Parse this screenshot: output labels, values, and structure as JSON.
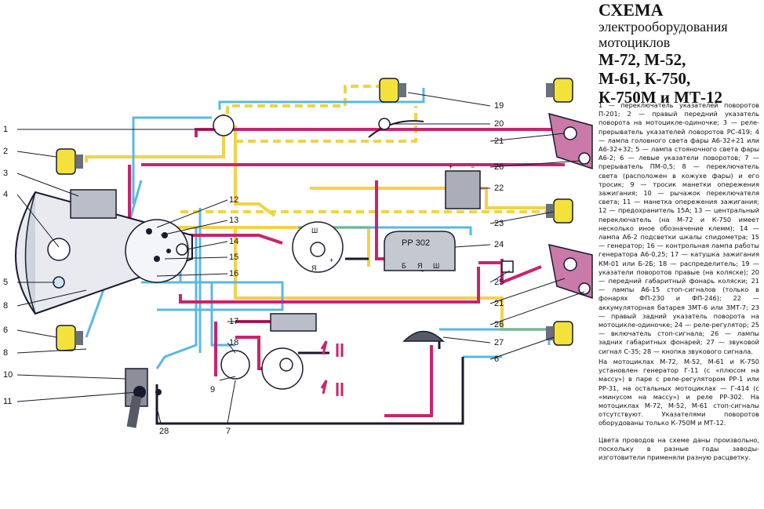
{
  "title": {
    "line1": "СХЕМА",
    "line2": "электрооборудования",
    "line3": "мотоциклов",
    "line4": "М-72, М-52,",
    "line5": "М-61, К-750,",
    "line6": "К-750М и МТ-12"
  },
  "legend": {
    "text": "1 — переключатель указателей поворотов П-201; 2 — правый передний указатель поворота на мотоцикле-одиночке; 3 — реле-прерыватель указателей поворотов РС-419; 4 — лампа головного света фары А6-32+21 или А6-32+32; 5 — лампа стояночного света фары А6-2; 6 — левые указатели поворотов; 7 — прерыватель ПМ-0,5; 8 — переключатель света (расположен в кожухе фары) и его тросик; 9 — тросик манетки опережения зажигания; 10 — рычажок переключателя света; 11 — манетка опережения зажигания; 12 — предохранитель 15А; 13 — центральный переключатель (на М-72 и К-750 имеет несколько иное обозначение клемм); 14 — лампа А6-2 подсветки шкалы спидометра; 15 — генератор; 16 — контрольная лампа работы генератора А6-0,25; 17 — катушка зажигания КМ-01 или Б-2Б; 18 — распределитель; 19 — указатели поворотов правые (на коляске); 20 — передний габаритный фонарь коляски; 21 — лампы А6-15 стоп-сигналов (только в фонарях ФП-230 и ФП-246); 22 — аккумуляторная батарея ЗМТ-6 или ЗМТ-7; 23 — правый задний указатель поворота на мотоцикле-одиночке; 24 — реле-регулятор; 25 — включатель стоп-сигнала; 26 — лампы задних габаритных фонарей; 27 — звуковой сигнал С-35; 28 — кнопка звукового сигнала.",
    "generator_note": "На мотоциклах М-72, М-52, М-61 и К-750 установлен генератор Г-11 (с «плюсом на массу») в паре с реле-регулятором РР-1 или РР-31, на остальных мотоциклах — Г-414 (с «минусом на массу») и реле РР-302. На мотоциклах М-72, М-52, М-61 стоп-сигналы отсутствуют. Указателями поворотов оборудованы только К-750М и МТ-12.",
    "color_note": "Цвета проводов на схеме даны произвольно, поскольку в разные годы заводы-изготовители применяли разную расцветку."
  },
  "callouts": {
    "n1": "1",
    "n2": "2",
    "n3": "3",
    "n4": "4",
    "n5": "5",
    "n6": "6",
    "n7": "7",
    "n8": "8",
    "n9": "9",
    "n10": "10",
    "n11": "11",
    "n12": "12",
    "n13": "13",
    "n14": "14",
    "n15": "15",
    "n16": "16",
    "n17": "17",
    "n18": "18",
    "n19": "19",
    "n20": "20",
    "n21": "21",
    "n22": "22",
    "n23": "23",
    "n24": "24",
    "n25": "25",
    "n26": "26",
    "n27": "27",
    "n28": "28"
  },
  "component_labels": {
    "regulator": "РР 302",
    "reg_b": "Б",
    "reg_ya": "Я",
    "reg_sh": "Ш",
    "gen_sh": "Ш",
    "gen_ya": "Я",
    "gen_plus": "+"
  },
  "colors": {
    "yellow": "#f2d24a",
    "blue": "#5bb8e0",
    "magenta": "#c8246e",
    "black": "#1a1a2e",
    "lamp_yellow": "#f3e23a",
    "tail_lamp": "#c97aa8"
  }
}
